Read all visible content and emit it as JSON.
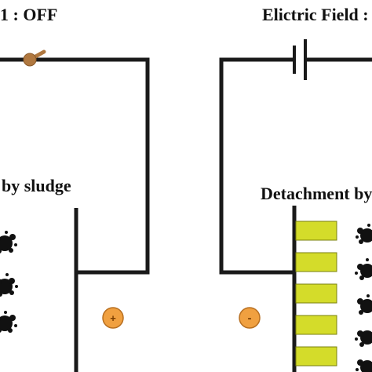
{
  "left_panel": {
    "title": "1 : OFF",
    "caption": "by sludge",
    "ion_sign": "+"
  },
  "right_panel": {
    "title": "Elictric Field :",
    "caption": "Detachment by",
    "ion_sign": "-"
  },
  "colors": {
    "wire": "#1a1a1a",
    "switch": "#b07840",
    "ion": "#f0a040",
    "ion_border": "#b86f20",
    "plate": "#d4dc2a",
    "plate_border": "#7a8010",
    "sludge": "#111111"
  }
}
